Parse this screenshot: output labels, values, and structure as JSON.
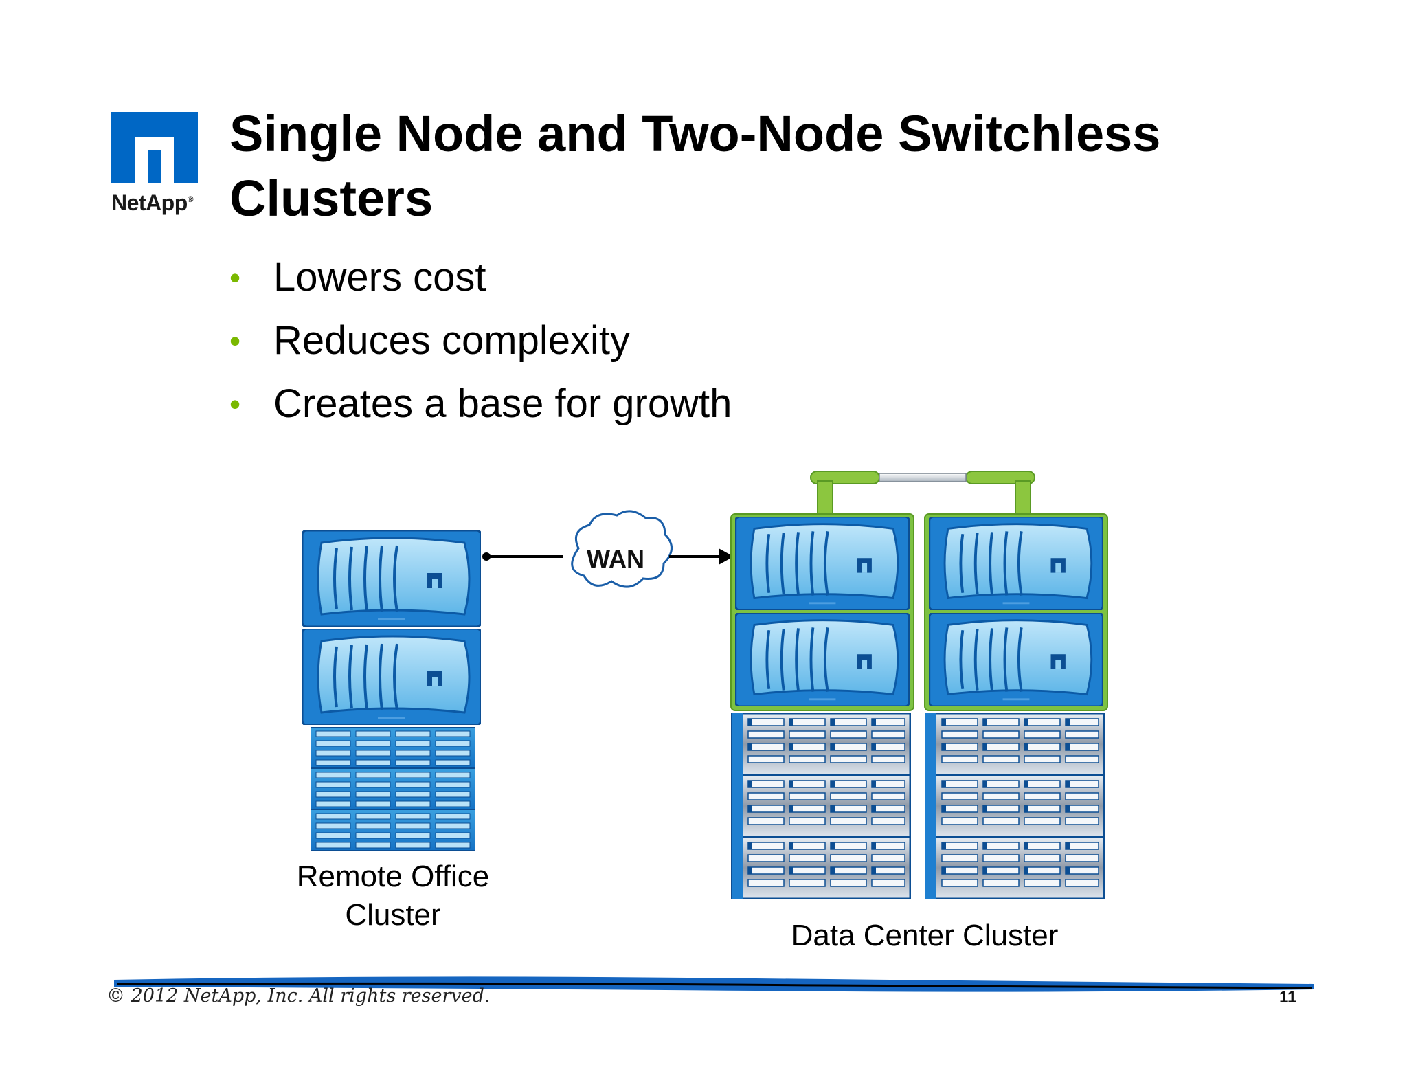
{
  "slide": {
    "title": "Single Node and Two-Node Switchless Clusters",
    "logo_text": "NetApp",
    "bullets": [
      "Lowers cost",
      "Reduces complexity",
      "Creates a base for growth"
    ]
  },
  "diagram": {
    "wan_label": "WAN",
    "remote_label_line1": "Remote Office",
    "remote_label_line2": "Cluster",
    "datacenter_label": "Data Center Cluster"
  },
  "footer": {
    "copyright": "© 2012 NetApp, Inc. All rights reserved.",
    "page_number": "11"
  },
  "colors": {
    "brand_blue": "#0067c5",
    "bullet_green": "#7ab800",
    "cluster_green": "#7dc242",
    "node_blue": "#1e7fd0",
    "node_light": "#8fd0f2"
  }
}
